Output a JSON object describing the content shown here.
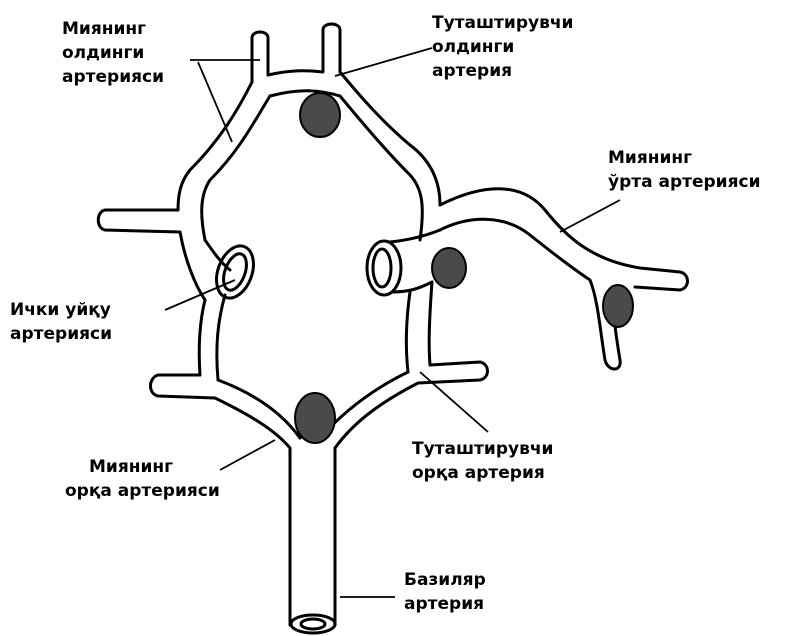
{
  "labels": {
    "anterior_cerebral": [
      "Миянинг",
      "олдинги",
      "артерияси"
    ],
    "anterior_communicating": [
      "Туташтирувчи",
      "олдинги",
      "артерия"
    ],
    "middle_cerebral": [
      "Миянинг",
      "ўрта артерияси"
    ],
    "internal_carotid": [
      "Ички уйқу",
      "артерияси"
    ],
    "posterior_cerebral": [
      "Миянинг",
      "орқа артерияси"
    ],
    "posterior_communicating": [
      "Туташтирувчи",
      "орқа артерия"
    ],
    "basilar": [
      "Базиляр",
      "артерия"
    ]
  },
  "colors": {
    "line": "#000000",
    "clot": "#4a4a4a",
    "background": "#ffffff"
  }
}
